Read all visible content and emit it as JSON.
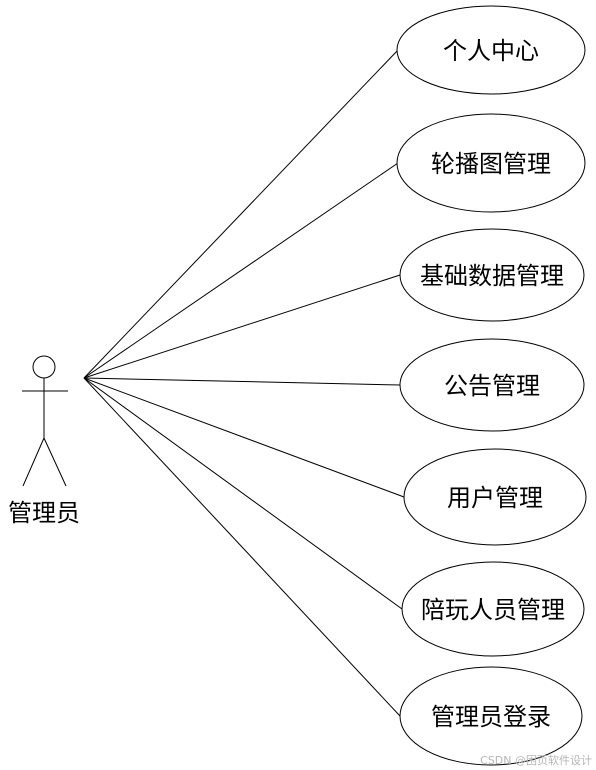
{
  "diagram": {
    "actor": {
      "label": "管理员"
    },
    "use_cases": [
      {
        "label": "个人中心"
      },
      {
        "label": "轮播图管理"
      },
      {
        "label": "基础数据管理"
      },
      {
        "label": "公告管理"
      },
      {
        "label": "用户管理"
      },
      {
        "label": "陪玩人员管理"
      },
      {
        "label": "管理员登录"
      }
    ],
    "watermark": "CSDN @困页软件设计"
  }
}
